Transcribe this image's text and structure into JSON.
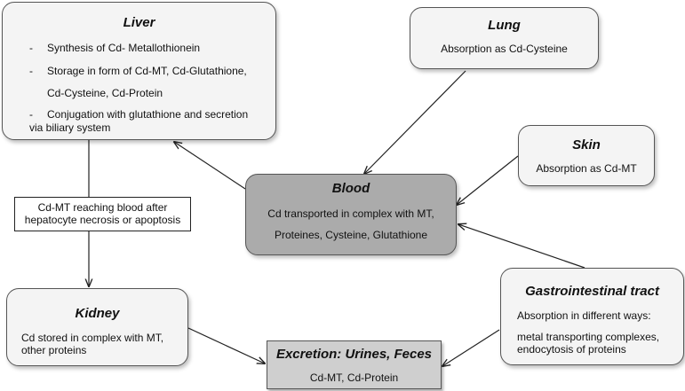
{
  "liver": {
    "title": "Liver",
    "items": [
      {
        "bullet": "-",
        "lines": [
          "Synthesis of Cd- Metallothionein"
        ]
      },
      {
        "bullet": "-",
        "lines": [
          "Storage in form of Cd-MT, Cd-Glutathione,",
          "Cd-Cysteine, Cd-Protein"
        ]
      },
      {
        "bullet": "-",
        "lines": [
          "Conjugation with glutathione and secretion",
          "via biliary system"
        ]
      }
    ]
  },
  "lung": {
    "title": "Lung",
    "text": "Absorption as Cd-Cysteine"
  },
  "skin": {
    "title": "Skin",
    "text": "Absorption as Cd-MT"
  },
  "blood": {
    "title": "Blood",
    "lines": [
      "Cd transported in complex with MT,",
      "Proteines, Cysteine, Glutathione"
    ]
  },
  "hepatocyte_note": {
    "lines": [
      "Cd-MT reaching blood after",
      "hepatocyte necrosis or apoptosis"
    ]
  },
  "kidney": {
    "title": "Kidney",
    "lines": [
      "Cd stored in complex with MT,",
      "other proteins"
    ]
  },
  "gi_tract": {
    "title": "Gastrointestinal tract",
    "lines": [
      "Absorption in different ways:",
      "metal transporting complexes,",
      "endocytosis of proteins"
    ]
  },
  "excretion": {
    "title": "Excretion: Urines, Feces",
    "text": "Cd-MT, Cd-Protein"
  },
  "colors": {
    "box_fill": "#f4f4f4",
    "blood_fill": "#ababab",
    "excretion_fill": "#cfcfcf",
    "arrow": "#222222"
  }
}
